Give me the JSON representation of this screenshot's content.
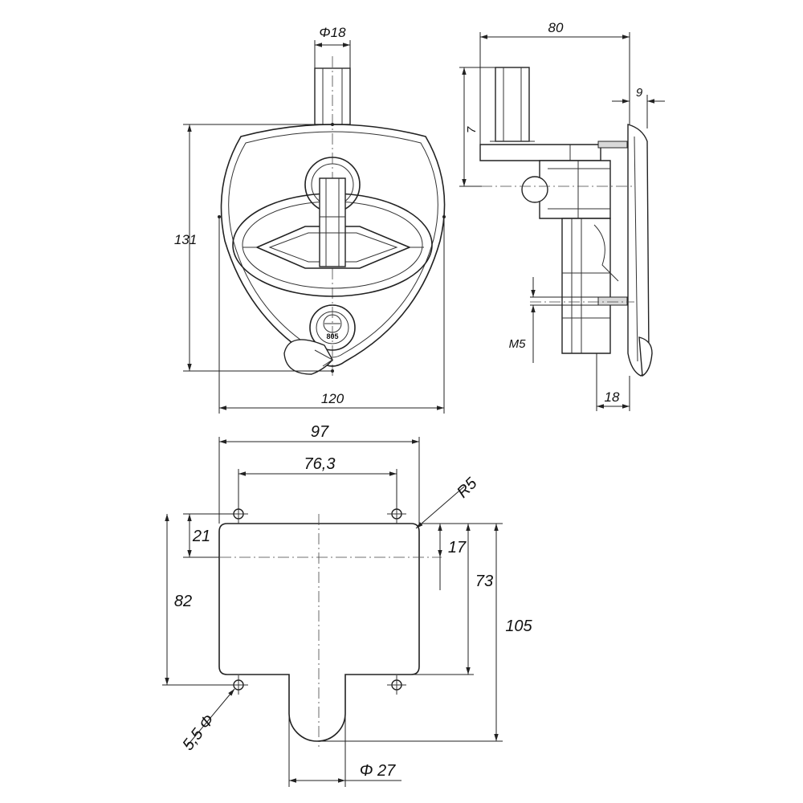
{
  "front_view": {
    "dims": {
      "stem_diameter": "Φ18",
      "height": "131",
      "width": "120"
    },
    "lock_label": "805"
  },
  "side_view": {
    "dims": {
      "depth": "80",
      "flange": "9",
      "stem_length": "7",
      "thread": "M5",
      "bottom": "18"
    }
  },
  "cutout_view": {
    "dims": {
      "width": "97",
      "hole_spacing": "76,3",
      "radius": "R5",
      "top_offset_left": "21",
      "height_left": "82",
      "top_offset_right": "17",
      "height_right": "73",
      "total_height": "105",
      "hole_diameter": "5,5 Φ",
      "tab_diameter": "Φ 27"
    }
  }
}
